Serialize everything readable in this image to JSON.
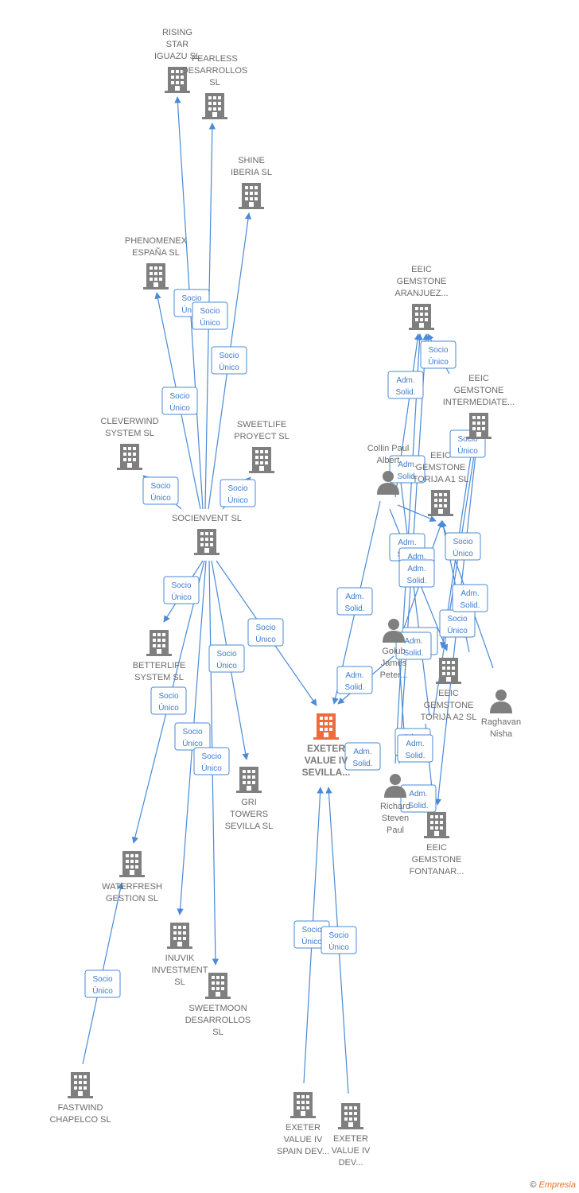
{
  "colors": {
    "edge": "#4a8ad6",
    "company": "#7f7f7f",
    "focus": "#f26a3b",
    "person": "#7f7f7f",
    "badge_text": "#3d7bd0"
  },
  "watermark": {
    "copyright": "©",
    "brand": "Empresia"
  },
  "nodes": [
    {
      "id": "rising",
      "type": "company",
      "label": [
        "RISING",
        "STAR",
        "IGUAZU SL"
      ]
    },
    {
      "id": "fearless",
      "type": "company",
      "label": [
        "FEARLESS",
        "DESARROLLOS",
        "SL"
      ]
    },
    {
      "id": "shine",
      "type": "company",
      "label": [
        "SHINE",
        "IBERIA SL"
      ]
    },
    {
      "id": "phenomenex",
      "type": "company",
      "label": [
        "PHENOMENEX",
        "ESPAÑA SL"
      ]
    },
    {
      "id": "cleverwind",
      "type": "company",
      "label": [
        "CLEVERWIND",
        "SYSTEM SL"
      ]
    },
    {
      "id": "sweetlife",
      "type": "company",
      "label": [
        "SWEETLIFE",
        "PROYECT SL"
      ]
    },
    {
      "id": "socienvent",
      "type": "company",
      "label": [
        "SOCIENVENT SL"
      ]
    },
    {
      "id": "betterlife",
      "type": "company",
      "label": [
        "BETTERLIFE",
        "SYSTEM SL"
      ]
    },
    {
      "id": "gri",
      "type": "company",
      "label": [
        "GRI",
        "TOWERS",
        "SEVILLA SL"
      ]
    },
    {
      "id": "waterfresh",
      "type": "company",
      "label": [
        "WATERFRESH",
        "GESTION SL"
      ]
    },
    {
      "id": "inuvik",
      "type": "company",
      "label": [
        "INUVIK",
        "INVESTMENT",
        "SL"
      ]
    },
    {
      "id": "sweetmoon",
      "type": "company",
      "label": [
        "SWEETMOON",
        "DESARROLLOS",
        "SL"
      ]
    },
    {
      "id": "fastwind",
      "type": "company",
      "label": [
        "FASTWIND",
        "CHAPELCO SL"
      ]
    },
    {
      "id": "exeter_sev",
      "type": "focus",
      "label": [
        "EXETER",
        "VALUE IV",
        "SEVILLA..."
      ]
    },
    {
      "id": "exeter_spain",
      "type": "company",
      "label": [
        "EXETER",
        "VALUE IV",
        "SPAIN DEV..."
      ]
    },
    {
      "id": "exeter_dev",
      "type": "company",
      "label": [
        "EXETER",
        "VALUE IV",
        "DEV..."
      ]
    },
    {
      "id": "aranjuez",
      "type": "company",
      "label": [
        "EEIC",
        "GEMSTONE",
        "ARANJUEZ..."
      ]
    },
    {
      "id": "intermediate",
      "type": "company",
      "label": [
        "EEIC",
        "GEMSTONE",
        "INTERMEDIATE..."
      ]
    },
    {
      "id": "torija1",
      "type": "company",
      "label": [
        "EEIC",
        "GEMSTONE",
        "TORIJA A1 SL"
      ]
    },
    {
      "id": "torija2",
      "type": "company",
      "label": [
        "EEIC",
        "GEMSTONE",
        "TORIJA A2 SL"
      ]
    },
    {
      "id": "fontanar",
      "type": "company",
      "label": [
        "EEIC",
        "GEMSTONE",
        "FONTANAR..."
      ]
    },
    {
      "id": "collin",
      "type": "person",
      "label": [
        "Collin Paul",
        "Albert"
      ]
    },
    {
      "id": "golub",
      "type": "person",
      "label": [
        "Golub",
        "James",
        "Peter..."
      ]
    },
    {
      "id": "raghavan",
      "type": "person",
      "label": [
        "Raghavan",
        "Nisha"
      ]
    },
    {
      "id": "richard",
      "type": "person",
      "label": [
        "Richard",
        "Steven",
        "Paul"
      ]
    }
  ],
  "badges": [
    {
      "lines": [
        "Socio",
        "Único"
      ]
    },
    {
      "lines": [
        "Socio",
        "Único"
      ]
    },
    {
      "lines": [
        "Socio",
        "Único"
      ]
    },
    {
      "lines": [
        "Socio",
        "Único"
      ]
    },
    {
      "lines": [
        "Socio",
        "Único"
      ]
    },
    {
      "lines": [
        "Socio",
        "Único"
      ]
    },
    {
      "lines": [
        "Socio",
        "Único"
      ]
    },
    {
      "lines": [
        "Socio",
        "Único"
      ]
    },
    {
      "lines": [
        "Socio",
        "Único"
      ]
    },
    {
      "lines": [
        "Socio",
        "Único"
      ]
    },
    {
      "lines": [
        "Socio",
        "Único"
      ]
    },
    {
      "lines": [
        "Socio",
        "Único"
      ]
    },
    {
      "lines": [
        "Socio",
        "Único"
      ]
    },
    {
      "lines": [
        "Socio",
        "Único"
      ]
    },
    {
      "lines": [
        "Socio",
        "Único"
      ]
    },
    {
      "lines": [
        "Socio",
        "Único"
      ]
    },
    {
      "lines": [
        "Socio",
        "Único"
      ]
    },
    {
      "lines": [
        "Socio",
        "Único"
      ]
    },
    {
      "lines": [
        "Socio",
        "Único"
      ]
    },
    {
      "lines": [
        "Adm.",
        "Solid."
      ]
    },
    {
      "lines": [
        "Adm.",
        "Solid."
      ]
    },
    {
      "lines": [
        "Adm.",
        "Solid."
      ]
    },
    {
      "lines": [
        "Adm.",
        "Solid."
      ]
    },
    {
      "lines": [
        "Adm.",
        "Solid."
      ]
    },
    {
      "lines": [
        "Adm.",
        "Solid."
      ]
    },
    {
      "lines": [
        "Adm.",
        "Solid."
      ]
    },
    {
      "lines": [
        "Adm.",
        "Solid."
      ]
    },
    {
      "lines": [
        "Adm.",
        "Solid."
      ]
    },
    {
      "lines": [
        "Adm.",
        "Solid."
      ]
    },
    {
      "lines": [
        "Adm.",
        "Solid."
      ]
    },
    {
      "lines": [
        "Adm.",
        "Solid."
      ]
    },
    {
      "lines": [
        "Adm.",
        "Solid."
      ]
    },
    {
      "lines": [
        "Adm.",
        "Solid."
      ]
    }
  ]
}
